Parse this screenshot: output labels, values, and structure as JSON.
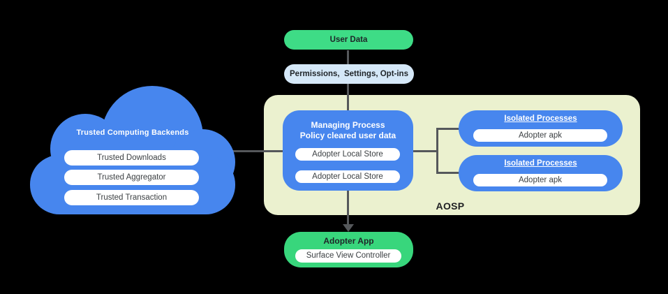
{
  "diagram": {
    "user_data": {
      "label": "User Data"
    },
    "permissions": {
      "label": "Permissions,  Settings, Opt-ins"
    },
    "cloud": {
      "title": "Trusted Computing Backends",
      "items": [
        "Trusted Downloads",
        "Trusted Aggregator",
        "Trusted Transaction"
      ]
    },
    "aosp": {
      "label": "AOSP",
      "managing_process": {
        "title_line1": "Managing Process",
        "title_line2": "Policy cleared user data",
        "stores": [
          "Adopter Local Store",
          "Adopter Local Store"
        ]
      },
      "isolated_processes": [
        {
          "title": "Isolated Processes",
          "item": "Adopter apk"
        },
        {
          "title": "Isolated Processes",
          "item": "Adopter apk"
        }
      ]
    },
    "adopter_app": {
      "title": "Adopter App",
      "item": "Surface View Controller"
    }
  },
  "colors": {
    "background": "#000000",
    "blue": "#4786EE",
    "light_blue": "#D5E8F8",
    "green_top": "#3EDC86",
    "green_bottom": "#38D67C",
    "aosp_background": "#EBF1CF",
    "connector": "#55585B",
    "text_dark": "#202124",
    "text_on_blue": "#FFFFFF"
  }
}
